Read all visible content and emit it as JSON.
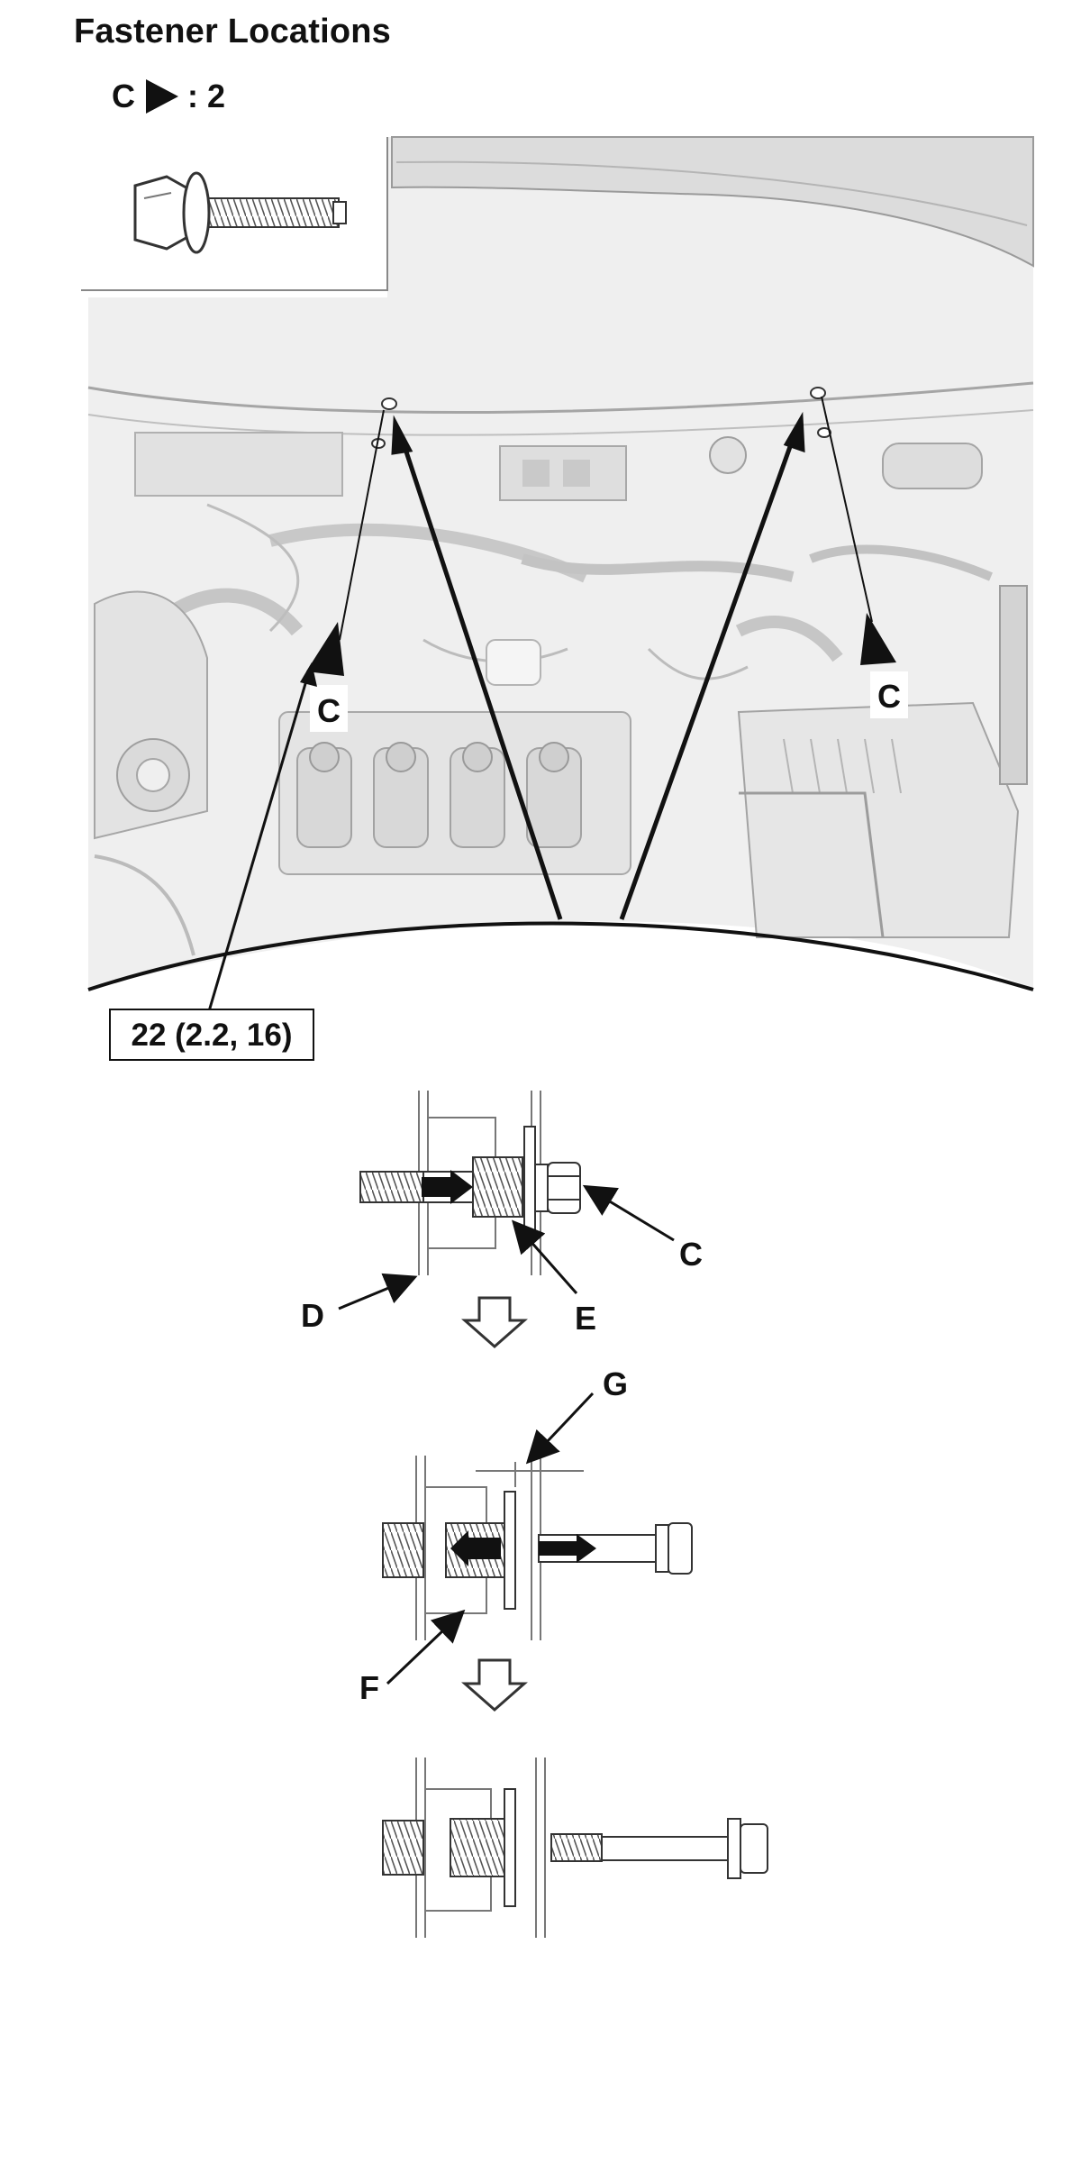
{
  "page": {
    "title": "Fastener Locations"
  },
  "legend": {
    "letter": "C",
    "separator": ":",
    "count": "2"
  },
  "callouts": {
    "c_left": "C",
    "c_right": "C",
    "torque": "22 (2.2, 16)"
  },
  "detail": {
    "c": "C",
    "d": "D",
    "e": "E",
    "g": "G",
    "f": "F"
  },
  "icons": {
    "bolt": "bolt-icon",
    "step_arrow": "down-arrow-icon"
  },
  "colors": {
    "line": "#111111",
    "engine_fill": "#eeeeee",
    "engine_detail": "#b8b8b8"
  }
}
